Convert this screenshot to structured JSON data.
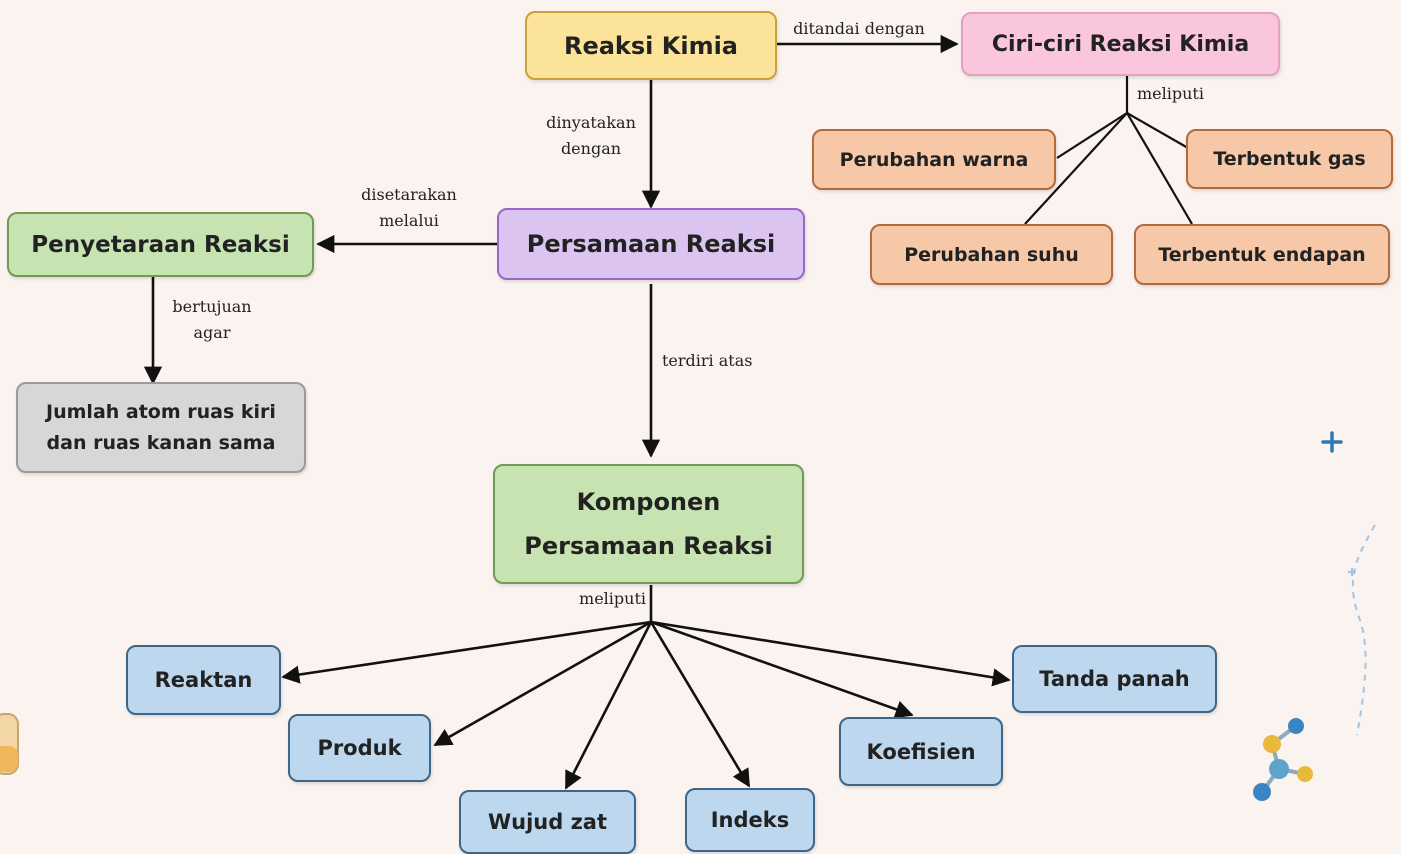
{
  "nodes": {
    "reaksi_kimia": "Reaksi Kimia",
    "ciri_ciri": "Ciri-ciri Reaksi Kimia",
    "perubahan_warna": "Perubahan warna",
    "terbentuk_gas": "Terbentuk gas",
    "perubahan_suhu": "Perubahan suhu",
    "terbentuk_endapan": "Terbentuk endapan",
    "persamaan_reaksi": "Persamaan Reaksi",
    "penyetaraan_reaksi": "Penyetaraan Reaksi",
    "jumlah_atom": "Jumlah atom ruas kiri\ndan ruas kanan sama",
    "komponen": "Komponen\nPersamaan Reaksi",
    "reaktan": "Reaktan",
    "produk": "Produk",
    "wujud_zat": "Wujud zat",
    "indeks": "Indeks",
    "koefisien": "Koefisien",
    "tanda_panah": "Tanda panah"
  },
  "labels": {
    "ditandai_dengan": "ditandai dengan",
    "meliputi_ciri": "meliputi",
    "dinyatakan_dengan": "dinyatakan\ndengan",
    "disetarakan_melalui": "disetarakan\nmelalui",
    "bertujuan_agar": "bertujuan\nagar",
    "terdiri_atas": "terdiri atas",
    "meliputi_komponen": "meliputi"
  },
  "colors": {
    "yellow": "#fbe39a",
    "pink": "#f9c6dc",
    "purple": "#dcc4f0",
    "green": "#c6e3b1",
    "grey": "#d7d7d7",
    "orange": "#f6c8a8",
    "blue": "#bcd7ee",
    "background": "#fbf3ef"
  },
  "decorations": [
    "plus-icon",
    "molecule-icon",
    "test-tube-icon",
    "sparkle-icon"
  ]
}
